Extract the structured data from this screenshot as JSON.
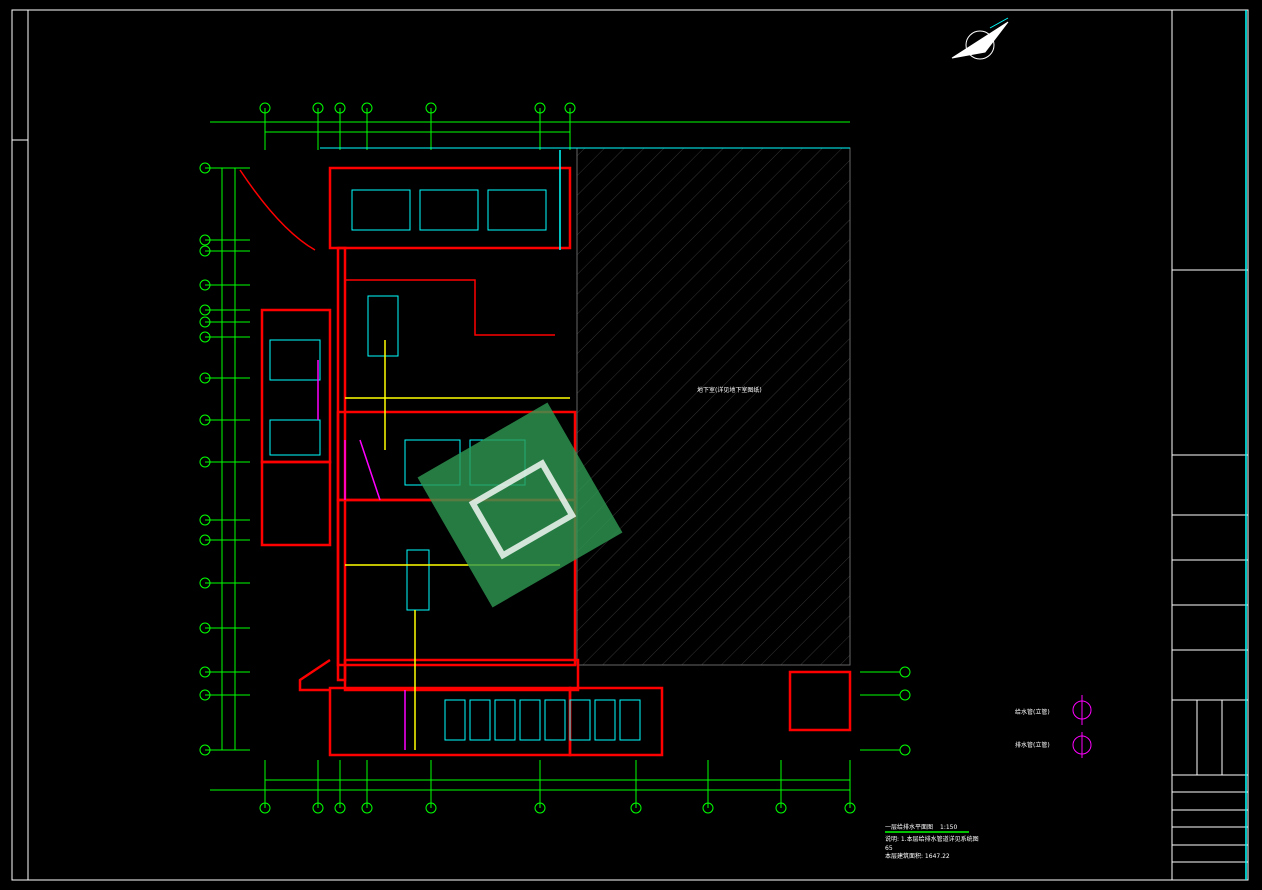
{
  "drawing": {
    "basement_label": "地下室(详见地下室图纸)",
    "plan_title": "一层给排水平面图",
    "scale": "1:150",
    "note_line_1": "说明: 1.本层给排水管道详见系统图",
    "note_line_2": "65",
    "area_note": "本层建筑面积: 1647.22",
    "legend": [
      "给水管(立管)",
      "排水管(立管)"
    ]
  },
  "colors": {
    "wall": "#ff0000",
    "grid": "#00ff00",
    "pipe": "#ffff00",
    "drain": "#ff00ff",
    "cyan": "#00ffff",
    "watermark": "#2e9a52"
  }
}
